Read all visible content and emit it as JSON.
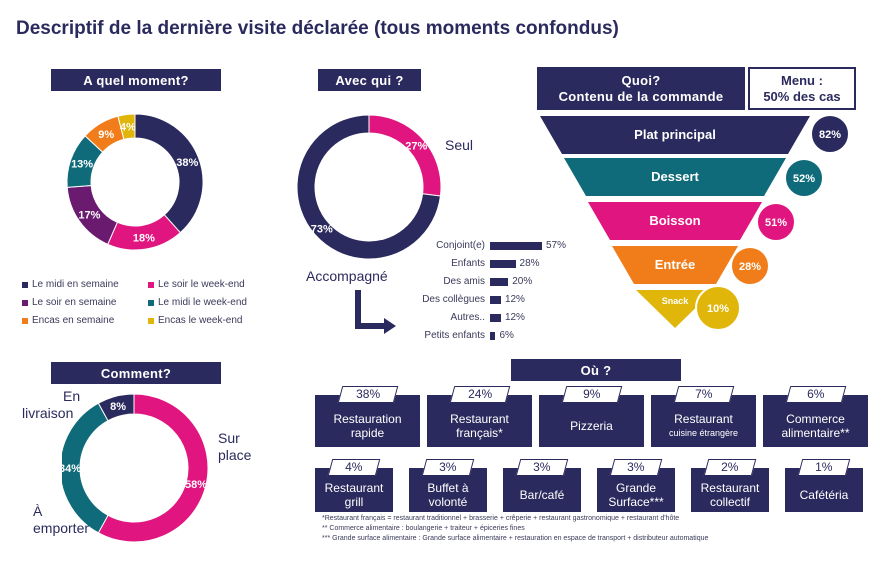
{
  "title": "Descriptif de la dernière visite déclarée (tous moments confondus)",
  "moment": {
    "header": "A quel moment?",
    "legend": [
      {
        "label": "Le midi en semaine",
        "color": "#2b2a5e"
      },
      {
        "label": "Le soir le week-end",
        "color": "#e0157f"
      },
      {
        "label": "Le soir en semaine",
        "color": "#6a1b6f"
      },
      {
        "label": "Le midi le week-end",
        "color": "#0f6b7a"
      },
      {
        "label": "Encas en semaine",
        "color": "#f07d1a"
      },
      {
        "label": "Encas le week-end",
        "color": "#e0b60a"
      }
    ]
  },
  "avec_qui": {
    "header": "Avec qui ?",
    "seul_label": "Seul",
    "accompagne_label": "Accompagné"
  },
  "quoi": {
    "header_line1": "Quoi?",
    "header_line2": "Contenu de la commande",
    "menu_line1": "Menu :",
    "menu_line2": "50% des cas",
    "levels": [
      {
        "label": "Plat principal",
        "value": "82%",
        "color": "#2b2a5e"
      },
      {
        "label": "Dessert",
        "value": "52%",
        "color": "#0f6b7a"
      },
      {
        "label": "Boisson",
        "value": "51%",
        "color": "#e0157f"
      },
      {
        "label": "Entrée",
        "value": "28%",
        "color": "#f07d1a"
      },
      {
        "label": "Snack",
        "value": "10%",
        "color": "#e0b60a"
      }
    ]
  },
  "comment": {
    "header": "Comment?",
    "livraison_label_1": "En",
    "livraison_label_2": "livraison",
    "surplace_label_1": "Sur",
    "surplace_label_2": "place",
    "emporter_label_1": "À",
    "emporter_label_2": "emporter"
  },
  "ou": {
    "header": "Où ?",
    "row1": [
      {
        "pct": "38%",
        "line1": "Restauration",
        "line2": "rapide",
        "sub": ""
      },
      {
        "pct": "24%",
        "line1": "Restaurant",
        "line2": "français*",
        "sub": ""
      },
      {
        "pct": "9%",
        "line1": "Pizzeria",
        "line2": "",
        "sub": ""
      },
      {
        "pct": "7%",
        "line1": "Restaurant",
        "line2": "",
        "sub": "cuisine étrangère"
      },
      {
        "pct": "6%",
        "line1": "Commerce",
        "line2": "alimentaire**",
        "sub": ""
      }
    ],
    "row2": [
      {
        "pct": "4%",
        "line1": "Restaurant",
        "line2": "grill"
      },
      {
        "pct": "3%",
        "line1": "Buffet à",
        "line2": "volonté"
      },
      {
        "pct": "3%",
        "line1": "Bar/café",
        "line2": ""
      },
      {
        "pct": "3%",
        "line1": "Grande",
        "line2": "Surface***"
      },
      {
        "pct": "2%",
        "line1": "Restaurant",
        "line2": "collectif"
      },
      {
        "pct": "1%",
        "line1": "Cafétéria",
        "line2": ""
      }
    ],
    "footnotes": [
      "*Restaurant français = restaurant traditionnel + brasserie + crêperie + restaurant gastronomique + restaurant d'hôte",
      "** Commerce alimentaire : boulangerie + traiteur + épiceries fines",
      "*** Grande surface alimentaire : Grande surface alimentaire + restauration en espace de transport + distributeur automatique"
    ]
  },
  "chart_data": [
    {
      "type": "pie",
      "title": "A quel moment?",
      "categories": [
        "Le midi en semaine",
        "Le soir le week-end",
        "Le soir en semaine",
        "Le midi le week-end",
        "Encas en semaine",
        "Encas le week-end"
      ],
      "values": [
        38,
        18,
        17,
        13,
        9,
        4
      ],
      "labels": [
        "38%",
        "18%",
        "17%",
        "13%",
        "9%",
        "4%"
      ],
      "colors": [
        "#2b2a5e",
        "#e0157f",
        "#6a1b6f",
        "#0f6b7a",
        "#f07d1a",
        "#e0b60a"
      ]
    },
    {
      "type": "pie",
      "title": "Avec qui ?",
      "categories": [
        "Seul",
        "Accompagné"
      ],
      "values": [
        27,
        73
      ],
      "labels": [
        "27%",
        "73%"
      ],
      "colors": [
        "#e0157f",
        "#2b2a5e"
      ]
    },
    {
      "type": "bar",
      "categories": [
        "Conjoint(e)",
        "Enfants",
        "Des amis",
        "Des collègues",
        "Autres..",
        "Petits enfants"
      ],
      "values": [
        57,
        28,
        20,
        12,
        12,
        6
      ],
      "labels": [
        "57%",
        "28%",
        "20%",
        "12%",
        "12%",
        "6%"
      ]
    },
    {
      "type": "pie",
      "title": "Comment?",
      "categories": [
        "Sur place",
        "À emporter",
        "En livraison"
      ],
      "values": [
        58,
        34,
        8
      ],
      "labels": [
        "58%",
        "34%",
        "8%"
      ],
      "colors": [
        "#e0157f",
        "#0f6b7a",
        "#2b2a5e"
      ]
    }
  ]
}
